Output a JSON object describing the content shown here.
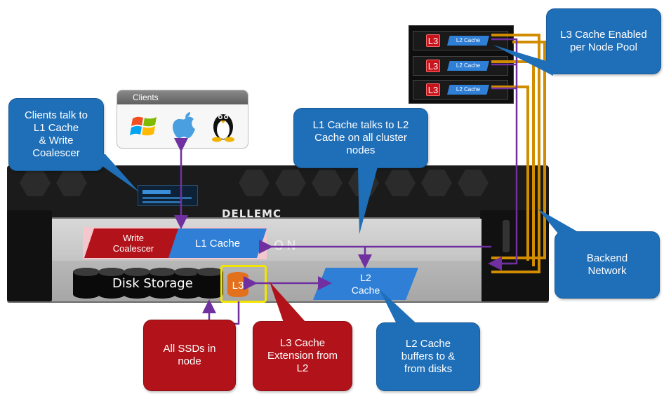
{
  "clients": {
    "title": "Clients"
  },
  "server": {
    "brand": "DELLEMC",
    "logo_suffix": "ON"
  },
  "cache": {
    "write_coalescer": "Write\nCoalescer",
    "l1": "L1 Cache",
    "disk_storage": "Disk Storage",
    "l3": "L3",
    "l2": "L2\nCache"
  },
  "node_pool": {
    "nodes": [
      {
        "l3": "L3",
        "l2": "L2 Cache"
      },
      {
        "l3": "L3",
        "l2": "L2 Cache"
      },
      {
        "l3": "L3",
        "l2": "L2 Cache"
      }
    ]
  },
  "callouts": {
    "clients_talk": "Clients talk to\nL1 Cache\n& Write\nCoalescer",
    "l1_to_l2": "L1 Cache talks to L2\nCache on all cluster\nnodes",
    "l3_enabled": "L3 Cache Enabled\nper Node Pool",
    "backend": "Backend\nNetwork",
    "all_ssds": "All SSDs in\nnode",
    "l3_extension": "L3 Cache\nExtension from\nL2",
    "l2_buffers": "L2 Cache\nbuffers to &\nfrom disks"
  },
  "colors": {
    "callout_blue": "#1f6fb8",
    "callout_red": "#b2131a",
    "connector_purple": "#7030a0",
    "network_orange": "#d28c00",
    "l1_blue": "#2f7fd6",
    "l3_orange": "#e2701d",
    "highlight_yellow": "#f2e600"
  }
}
